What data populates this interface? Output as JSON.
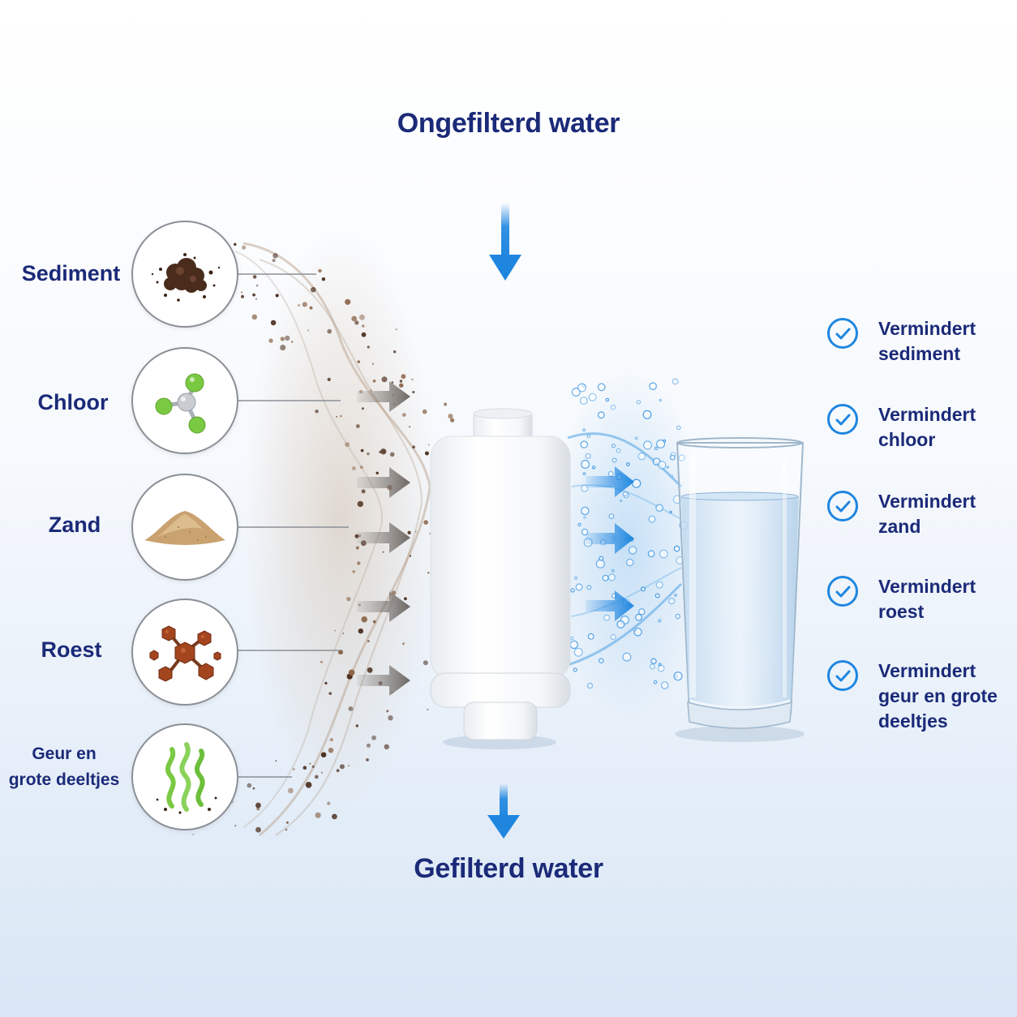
{
  "titles": {
    "top": "Ongefilterd water",
    "bottom": "Gefilterd water"
  },
  "contaminants": [
    {
      "label": "Sediment",
      "icon": "sediment-icon"
    },
    {
      "label": "Chloor",
      "icon": "chlorine-molecule-icon"
    },
    {
      "label": "Zand",
      "icon": "sand-pile-icon"
    },
    {
      "label": "Roest",
      "icon": "rust-icon"
    },
    {
      "label_line1": "Geur en",
      "label_line2": "grote deeltjes",
      "icon": "odor-waves-icon"
    }
  ],
  "benefits": [
    {
      "line1": "Vermindert",
      "line2": "sediment"
    },
    {
      "line1": "Vermindert",
      "line2": "chloor"
    },
    {
      "line1": "Vermindert",
      "line2": "zand"
    },
    {
      "line1": "Vermindert",
      "line2": "roest"
    },
    {
      "line1": "Vermindert",
      "line2": "geur en grote",
      "line3": "deeltjes"
    }
  ],
  "colors": {
    "heading": "#1b2a78",
    "flow_arrow_blue": "#1f86e0",
    "dirty_arrow": "#7a7470",
    "check_blue": "#1f86e0",
    "circle_border": "#8b8f96"
  }
}
